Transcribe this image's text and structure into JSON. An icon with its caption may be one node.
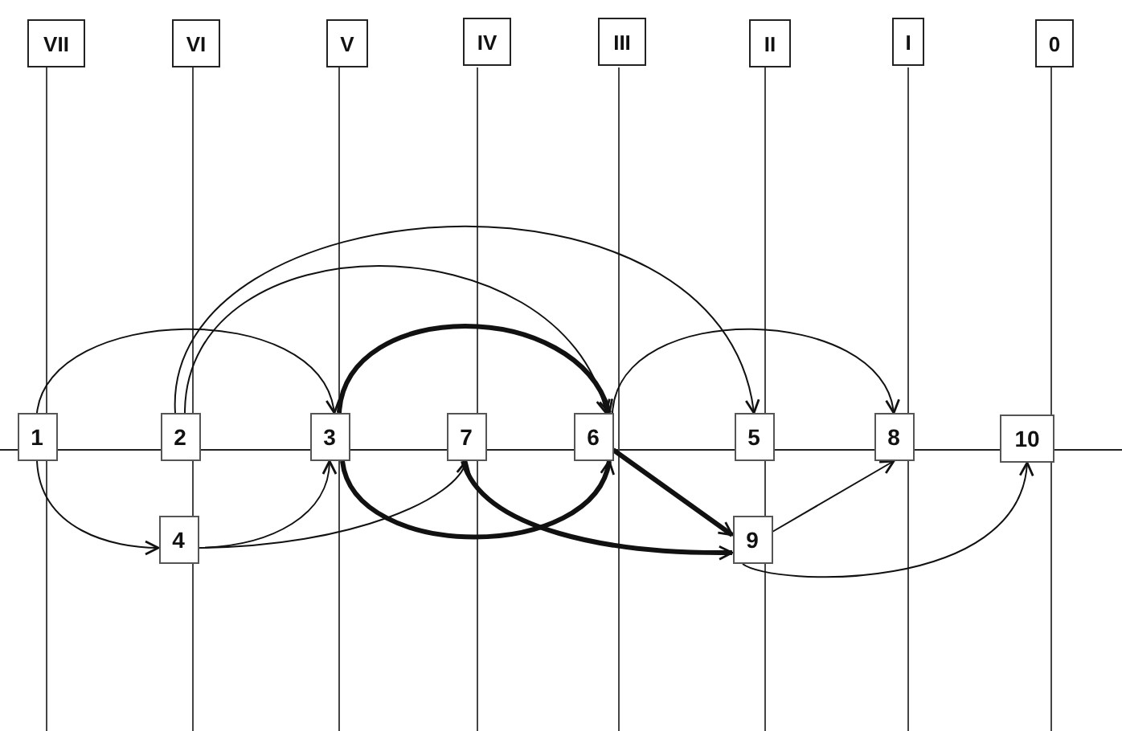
{
  "diagram": {
    "nodes": [
      {
        "text": [
          "VII"
        ]
      },
      {
        "text": [
          "VI"
        ]
      },
      {
        "text": [
          "V"
        ]
      },
      {
        "text": [
          "IV"
        ]
      },
      {
        "text": [
          "III"
        ]
      },
      {
        "text": [
          "II"
        ]
      },
      {
        "text": [
          "I"
        ]
      },
      {
        "text": [
          "0"
        ]
      },
      {
        "text": [
          "1"
        ]
      },
      {
        "text": [
          "2"
        ]
      },
      {
        "text": [
          "3"
        ]
      },
      {
        "text": [
          "7"
        ]
      },
      {
        "text": [
          "6"
        ]
      },
      {
        "text": [
          "5"
        ]
      },
      {
        "text": [
          "8"
        ]
      },
      {
        "text": [
          "10"
        ]
      },
      {
        "text": [
          "4"
        ]
      },
      {
        "text": [
          "9"
        ]
      }
    ],
    "edges": [
      {
        "from": 8,
        "to": 10,
        "arrow": "to"
      },
      {
        "from": 8,
        "to": 16,
        "arrow": "to"
      },
      {
        "from": 16,
        "to": 10,
        "arrow": "to"
      },
      {
        "from": 16,
        "to": 11,
        "arrow": "to"
      },
      {
        "from": 9,
        "to": 13,
        "arrow": "to"
      },
      {
        "from": 9,
        "to": 12,
        "arrow": "to"
      },
      {
        "from": 10,
        "to": 12,
        "arrow": "to",
        "style": "thick"
      },
      {
        "from": 10,
        "to": 12,
        "arrow": "to",
        "style": "thick"
      },
      {
        "from": 11,
        "to": 17,
        "arrow": "to",
        "style": "thick"
      },
      {
        "from": 12,
        "to": 17,
        "arrow": "to",
        "style": "thick"
      },
      {
        "from": 12,
        "to": 14,
        "arrow": "to"
      },
      {
        "from": 17,
        "to": 14,
        "arrow": "to"
      },
      {
        "from": 17,
        "to": 15,
        "arrow": "to"
      }
    ]
  }
}
